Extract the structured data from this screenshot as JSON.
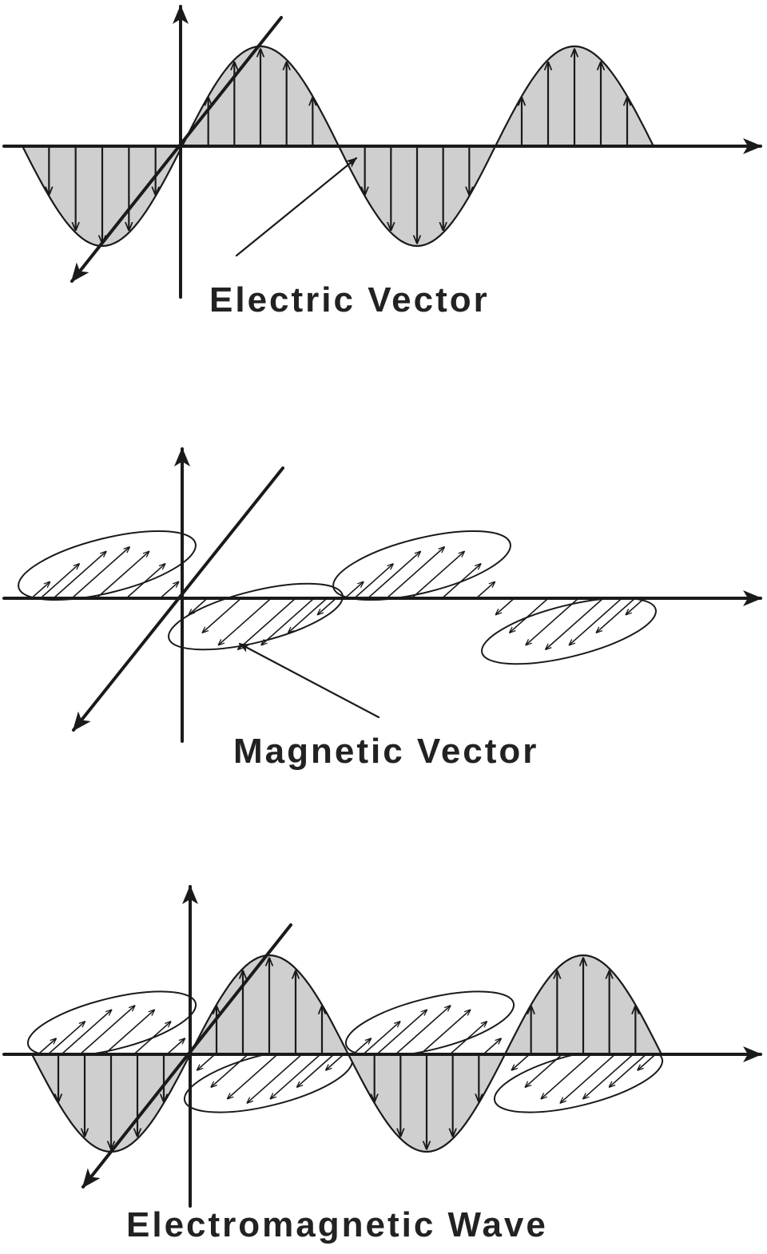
{
  "panels": [
    {
      "id": "electric",
      "label": "Electric Vector"
    },
    {
      "id": "magnetic",
      "label": "Magnetic Vector"
    },
    {
      "id": "combined",
      "label": "Electromagnetic Wave"
    }
  ],
  "colors": {
    "ink": "#1a1a1a",
    "fill": "#cfcfcf",
    "background": "#ffffff"
  }
}
